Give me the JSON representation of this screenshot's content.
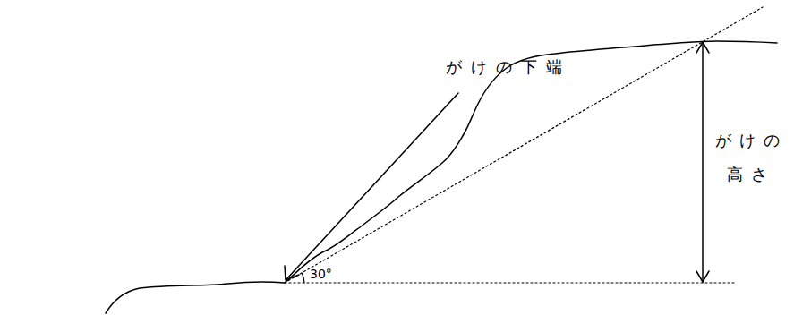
{
  "diagram": {
    "labels": [
      "がけの下端",
      "がけの高さ",
      "30°"
    ]
  }
}
